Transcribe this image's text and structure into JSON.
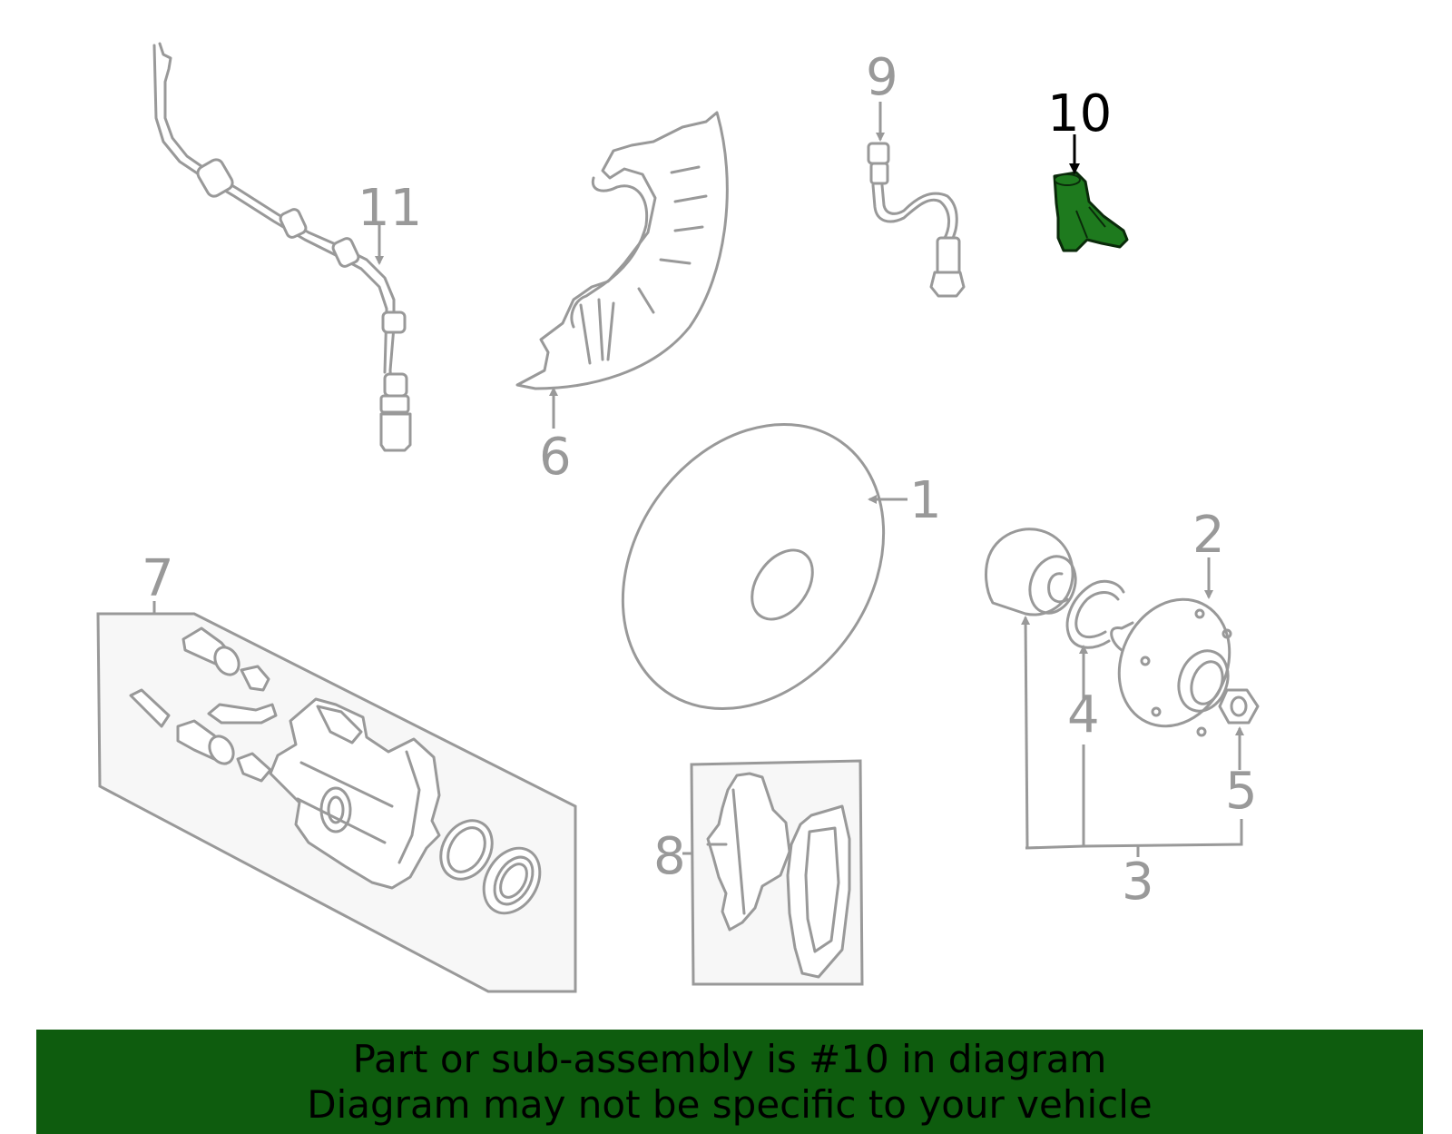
{
  "colors": {
    "banner_bg": "#0e5c0e",
    "highlight_part": "#1e7a1e",
    "part_stroke": "#999999",
    "label_gray": "#999999",
    "label_highlight": "#000000"
  },
  "callouts": {
    "c1": "1",
    "c2": "2",
    "c3": "3",
    "c4": "4",
    "c5": "5",
    "c6": "6",
    "c7": "7",
    "c8": "8",
    "c9": "9",
    "c10": "10",
    "c11": "11"
  },
  "highlighted_callout": "10",
  "banner": {
    "line1": "Part or sub-assembly is #10 in diagram",
    "line2": "Diagram may not be specific to your vehicle"
  }
}
